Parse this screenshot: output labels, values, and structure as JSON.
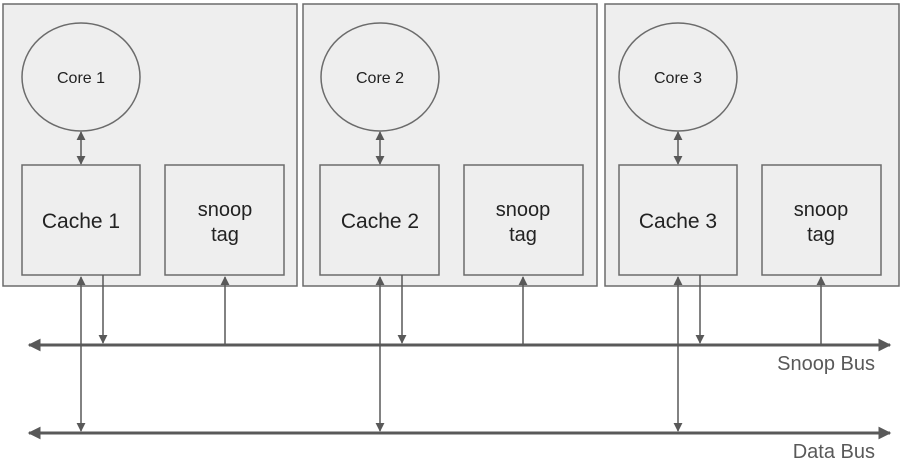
{
  "colors": {
    "panel_fill": "#eeeeee",
    "panel_stroke": "#6b6b6b",
    "line": "#595959",
    "text": "#222222",
    "bus_label": "#595959"
  },
  "cores": [
    {
      "core_label": "Core 1",
      "cache_label": "Cache 1",
      "snoop_line1": "snoop",
      "snoop_line2": "tag"
    },
    {
      "core_label": "Core 2",
      "cache_label": "Cache 2",
      "snoop_line1": "snoop",
      "snoop_line2": "tag"
    },
    {
      "core_label": "Core 3",
      "cache_label": "Cache 3",
      "snoop_line1": "snoop",
      "snoop_line2": "tag"
    }
  ],
  "buses": {
    "snoop_label": "Snoop Bus",
    "data_label": "Data Bus"
  }
}
